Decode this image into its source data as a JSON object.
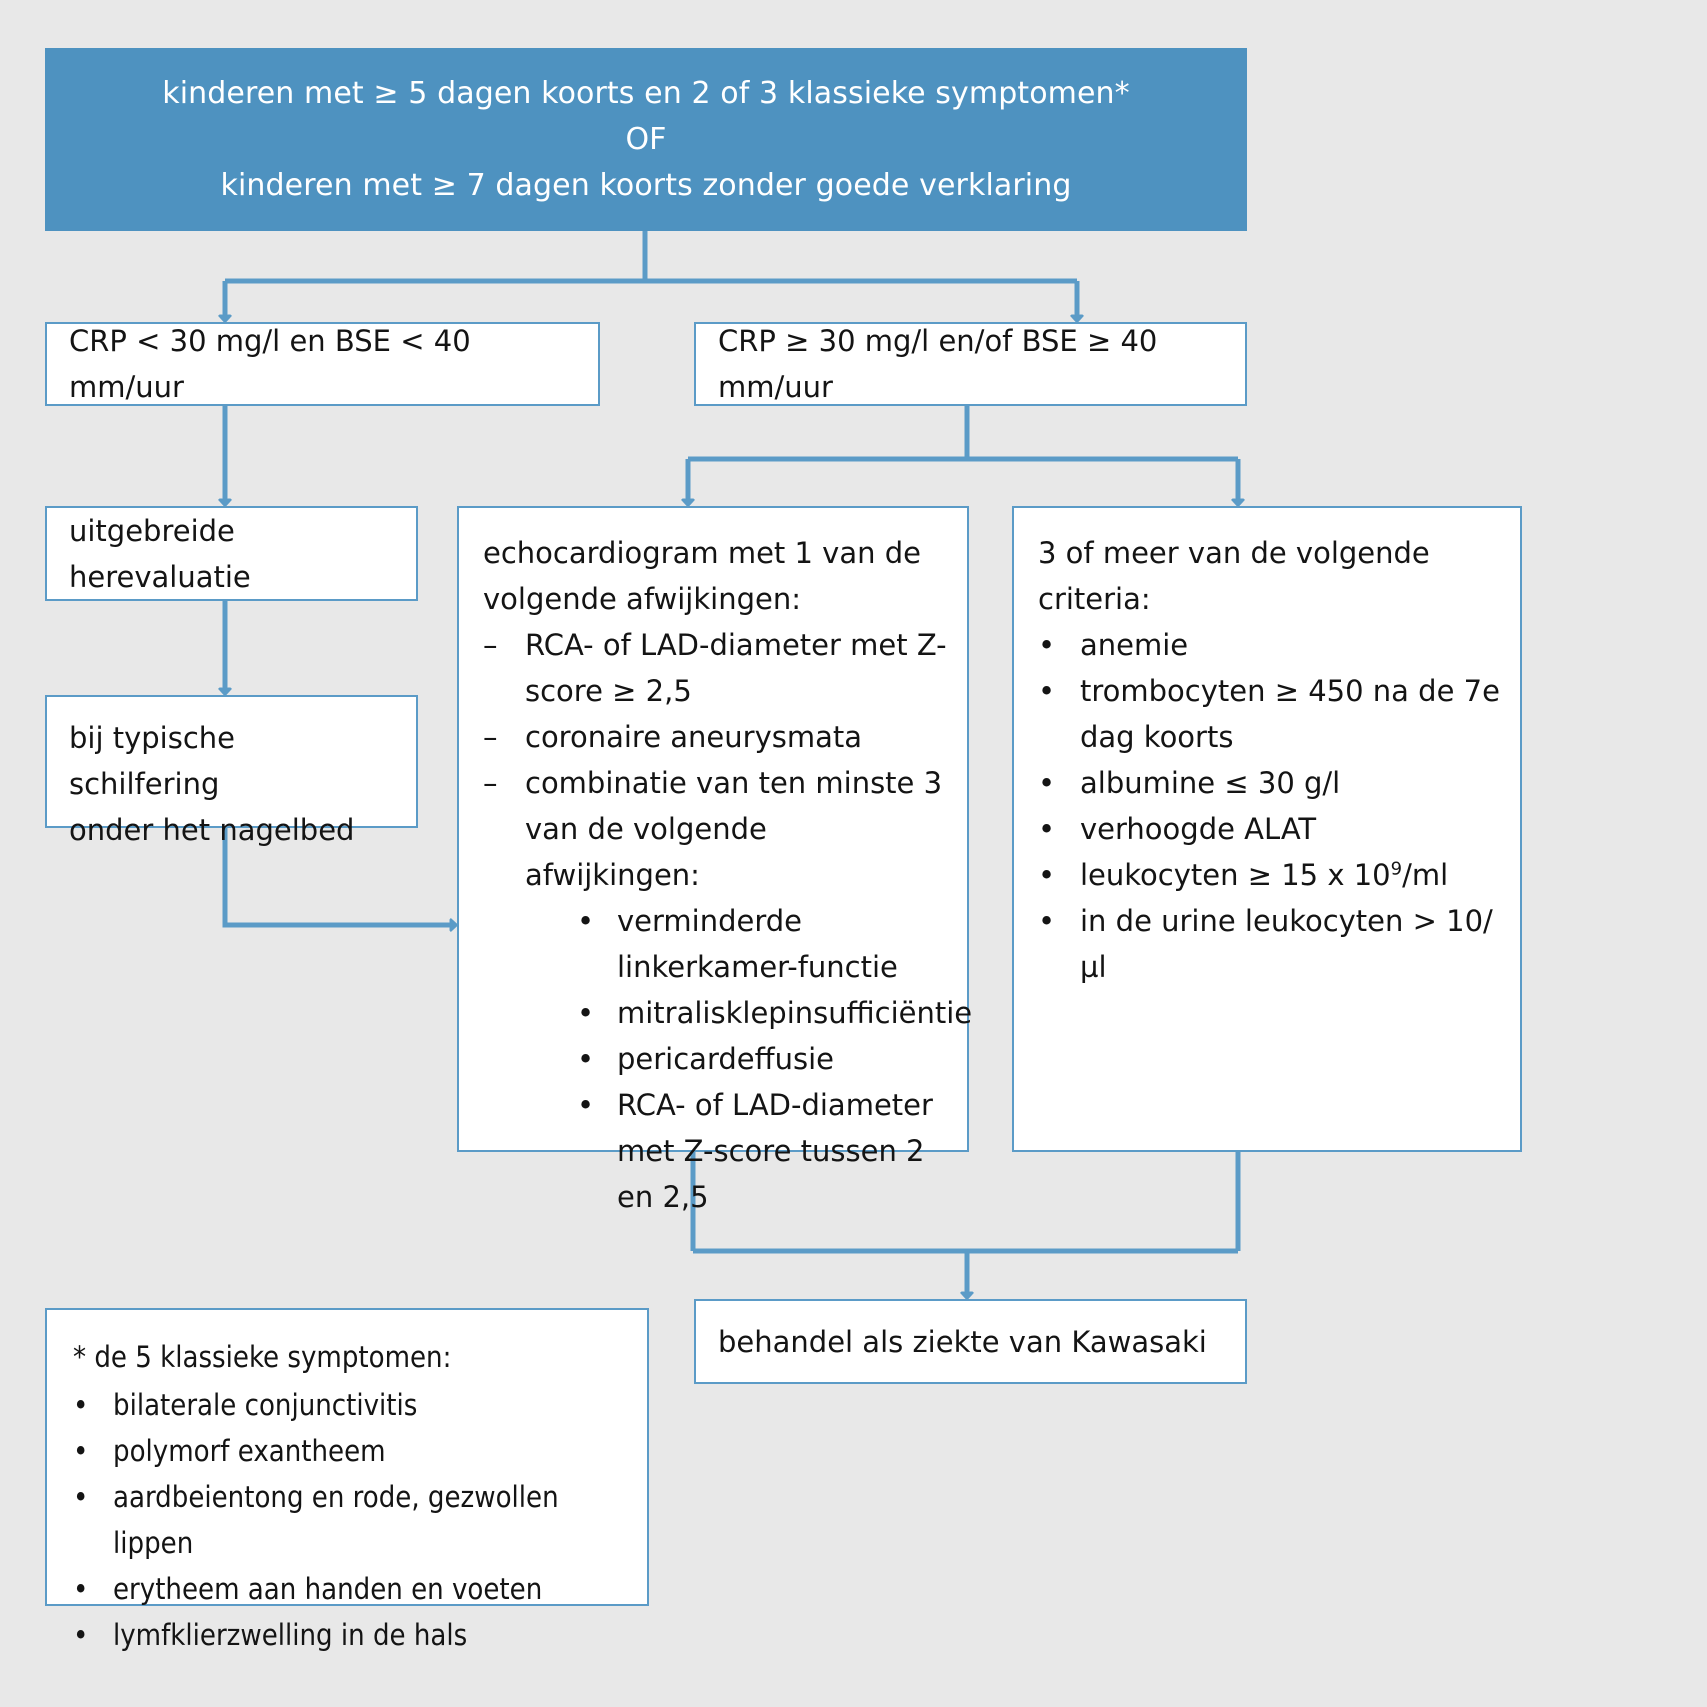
{
  "meta": {
    "background_color": "#e8e8e8",
    "accent_color": "#4e92c0",
    "border_color": "#5b9bc7",
    "header_text_color": "#ffffff",
    "body_text_color": "#141414"
  },
  "header": {
    "line1": "kinderen met ≥ 5 dagen koorts en 2 of 3 klassieke symptomen*",
    "line2": "OF",
    "line3": "kinderen met ≥ 7 dagen koorts zonder goede verklaring"
  },
  "branch_left": {
    "label": "CRP < 30 mg/l en BSE < 40 mm/uur"
  },
  "branch_right": {
    "label": "CRP ≥ 30 mg/l en/of BSE ≥ 40 mm/uur"
  },
  "reevaluation": {
    "label": "uitgebreide herevaluatie"
  },
  "peeling": {
    "line1": "bij typische schilfering",
    "line2": "onder het nagelbed"
  },
  "echo": {
    "title": "echocardiogram met 1 van de volgende afwijkingen:",
    "items": [
      {
        "marker": "–",
        "text": "RCA- of LAD-diameter met Z-score ≥ 2,5",
        "subitems": []
      },
      {
        "marker": "–",
        "text": "coronaire aneurysmata",
        "subitems": []
      },
      {
        "marker": "–",
        "text": "combinatie van ten minste 3 van de volgende afwijkingen:",
        "subitems": [
          {
            "marker": "•",
            "text": "verminderde linkerkamer-functie"
          },
          {
            "marker": "•",
            "text": "mitralisklepinsufficiëntie"
          },
          {
            "marker": "•",
            "text": "pericardeffusie"
          },
          {
            "marker": "•",
            "text": "RCA- of LAD-diameter met Z-score tussen 2 en 2,5"
          }
        ]
      }
    ]
  },
  "criteria": {
    "title": "3 of meer van de volgende criteria:",
    "items": [
      {
        "marker": "•",
        "text": "anemie"
      },
      {
        "marker": "•",
        "text": "trombocyten ≥ 450 na de 7e dag koorts"
      },
      {
        "marker": "•",
        "text": "albumine ≤ 30 g/l"
      },
      {
        "marker": "•",
        "text": "verhoogde ALAT"
      },
      {
        "marker": "•",
        "text": "leukocyten ≥ 15 x 10⁹/ml",
        "html": "leukocyten ≥ 15 x 10<sup>9</sup>/ml"
      },
      {
        "marker": "•",
        "text": "in de urine leukocyten > 10/µl"
      }
    ]
  },
  "outcome": {
    "label": "behandel als ziekte van Kawasaki"
  },
  "footnote": {
    "title": "* de 5 klassieke symptomen:",
    "items": [
      {
        "marker": "•",
        "text": "bilaterale conjunctivitis"
      },
      {
        "marker": "•",
        "text": "polymorf exantheem"
      },
      {
        "marker": "•",
        "text": "aardbeientong en rode, gezwollen lippen"
      },
      {
        "marker": "•",
        "text": "erytheem aan handen en voeten"
      },
      {
        "marker": "•",
        "text": "lymfklierzwelling in de hals"
      }
    ]
  }
}
